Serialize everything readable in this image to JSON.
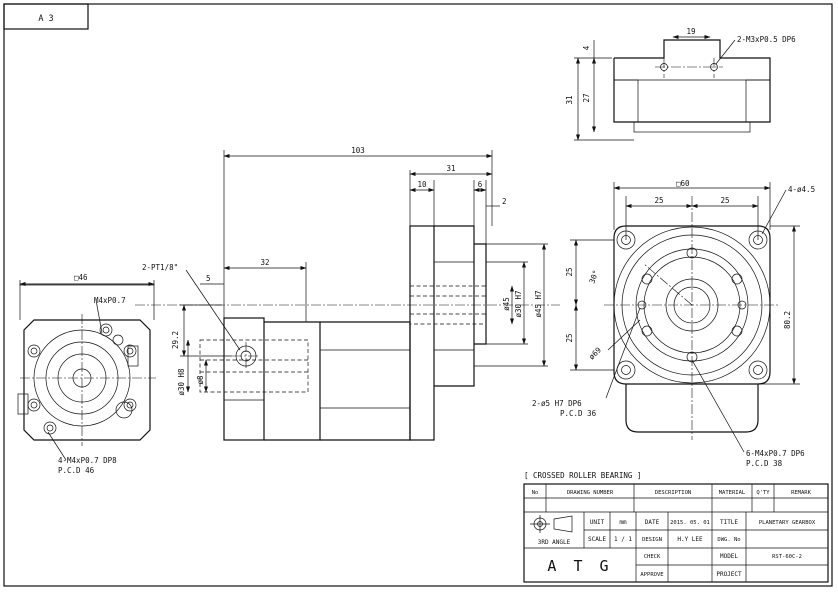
{
  "sheet": {
    "size_label": "A 3",
    "note": "[ CROSSED ROLLER BEARING ]"
  },
  "dims": {
    "top_19": "19",
    "top_thread": "2-M3xP0.5 DP6",
    "top_4": "4",
    "top_31": "31",
    "top_27": "27",
    "side_103": "103",
    "side_31": "31",
    "side_10": "10",
    "side_6": "6",
    "side_2": "2",
    "side_32": "32",
    "side_5": "5",
    "side_pt": "2-PT1/8\"",
    "side_292": "29.2",
    "side_d30h8": "ø30 H8",
    "side_d8": "ø8",
    "side_d45": "ø45",
    "side_d30h7": "ø30 H7",
    "side_d45h7": "ø45 H7",
    "left_sq46": "□46",
    "left_m4": "M4xP0.7",
    "left_holes": "4-M4xP0.7 DP8",
    "left_pcd": "P.C.D 46",
    "front_sq60": "□60",
    "front_d45": "4-ø4.5",
    "front_25a": "25",
    "front_25b": "25",
    "front_25c": "25",
    "front_25d": "25",
    "front_30deg": "30°",
    "front_d69": "ø69",
    "front_802": "80.2",
    "front_pin": "2-ø5 H7 DP6",
    "front_pin_pcd": "P.C.D 36",
    "front_taps": "6-M4xP0.7 DP6",
    "front_taps_pcd": "P.C.D 38"
  },
  "title_block": {
    "head_no": "No",
    "head_drawing_number": "DRAWING NUMBER",
    "head_description": "DESCRIPTION",
    "head_material": "MATERIAL",
    "head_qty": "Q'TY",
    "head_remark": "REMARK",
    "projection_label": "3RD ANGLE",
    "unit_label": "UNIT",
    "unit_value": "mm",
    "scale_label": "SCALE",
    "scale_value": "1 / 1",
    "date_label": "DATE",
    "date_value": "2015. 05. 01",
    "title_label": "TITLE",
    "title_value": "PLANETARY GEARBOX",
    "design_label": "DESIGN",
    "design_value": "H.Y LEE",
    "dwg_label": "DWG. No",
    "dwg_value": "",
    "check_label": "CHECK",
    "model_label": "MODEL",
    "model_value": "RST-60C-2",
    "approve_label": "APPROVE",
    "project_label": "PROJECT",
    "company": "A T G"
  }
}
